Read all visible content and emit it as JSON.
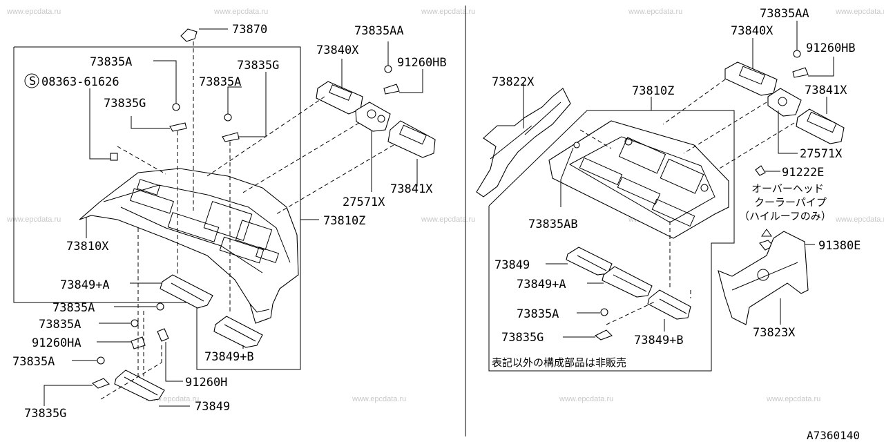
{
  "watermark": "www.epcdata.ru",
  "drawing_code": "A7360140",
  "left": {
    "labels": {
      "p73870": "73870",
      "p73835A_1": "73835A",
      "p08363": "08363-61626",
      "p08363_prefix": "S",
      "p73835G_1": "73835G",
      "p73835A_2": "73835A",
      "p73835G_2": "73835G",
      "p73835AA": "73835AA",
      "p73840X": "73840X",
      "p91260HB": "91260HB",
      "p73841X": "73841X",
      "p27571X": "27571X",
      "p73810Z": "73810Z",
      "p73810X": "73810X",
      "p73849pA": "73849+A",
      "p73835A_3": "73835A",
      "p73835A_4": "73835A",
      "p91260HA": "91260HA",
      "p73835A_5": "73835A",
      "p91260H": "91260H",
      "p73849": "73849",
      "p73835G_3": "73835G",
      "p73849pB": "73849+B"
    }
  },
  "right": {
    "labels": {
      "p73835AA": "73835AA",
      "p73840X": "73840X",
      "p91260HB": "91260HB",
      "p73822X": "73822X",
      "p73810Z": "73810Z",
      "p73841X": "73841X",
      "p27571X": "27571X",
      "p91222E": "91222E",
      "note_overhead_1": "オーバーヘッド",
      "note_overhead_2": "クーラーパイプ",
      "note_overhead_3": "（ハイルーフのみ）",
      "p73835AB": "73835AB",
      "p91380E": "91380E",
      "p73849": "73849",
      "p73849pA": "73849+A",
      "p73835A": "73835A",
      "p73835G": "73835G",
      "p73849pB": "73849+B",
      "p73823X": "73823X",
      "footnote": "表記以外の構成部品は非販売"
    }
  }
}
